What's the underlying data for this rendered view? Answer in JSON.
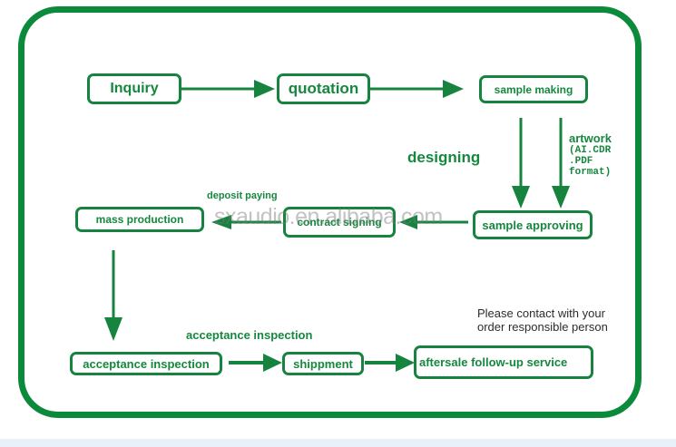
{
  "diagram": {
    "type": "flowchart",
    "title": "Order process flow",
    "colors": {
      "accent": "#15873e",
      "frame": "#0b8a3c",
      "note_text": "#2c2c2c",
      "watermark": "#8a8a8a"
    },
    "steps": [
      {
        "id": "inquiry",
        "label": "Inquiry"
      },
      {
        "id": "quotation",
        "label": "quotation"
      },
      {
        "id": "sample_making",
        "label": "sample making"
      },
      {
        "id": "sample_approving",
        "label": "sample approving"
      },
      {
        "id": "contract_signing",
        "label": "contract signing"
      },
      {
        "id": "mass_production",
        "label": "mass production"
      },
      {
        "id": "acceptance_inspection",
        "label": "acceptance inspection"
      },
      {
        "id": "shippment",
        "label": "shippment"
      },
      {
        "id": "aftersale",
        "label": "aftersale follow-up service"
      }
    ],
    "edges": [
      {
        "from": "inquiry",
        "to": "quotation",
        "label": ""
      },
      {
        "from": "quotation",
        "to": "sample_making",
        "label": ""
      },
      {
        "from": "sample_making",
        "to": "sample_approving",
        "label": "designing"
      },
      {
        "from": "sample_making",
        "to": "sample_approving",
        "label": "artwork (AI.CDR .PDF format)"
      },
      {
        "from": "sample_approving",
        "to": "contract_signing",
        "label": ""
      },
      {
        "from": "contract_signing",
        "to": "mass_production",
        "label": "deposit paying"
      },
      {
        "from": "mass_production",
        "to": "acceptance_inspection",
        "label": ""
      },
      {
        "from": "acceptance_inspection",
        "to": "shippment",
        "label": "acceptance inspection"
      },
      {
        "from": "shippment",
        "to": "aftersale",
        "label": ""
      }
    ],
    "labels": {
      "designing": "designing",
      "artwork_title": "artwork",
      "artwork_formats": "(AI.CDR\n.PDF\nformat)",
      "deposit_paying": "deposit paying",
      "acceptance_inspection_caption": "acceptance inspection",
      "contact_note_line1": "Please contact with your",
      "contact_note_line2": "order responsible person"
    },
    "watermark": "sxaudio.en.alibaba.com"
  }
}
